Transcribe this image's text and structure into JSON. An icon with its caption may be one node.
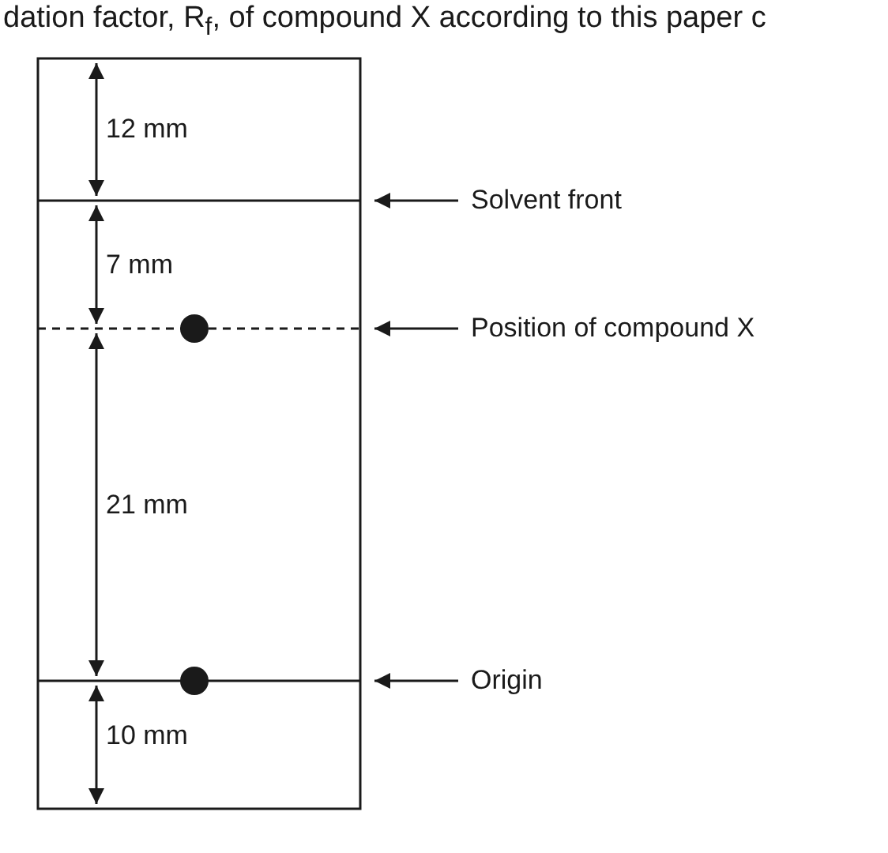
{
  "diagram": {
    "nodes": [
      {
        "text": [
          "Solvent front"
        ]
      },
      {
        "text": [
          "Position of compound X"
        ]
      },
      {
        "text": [
          "Origin"
        ]
      }
    ],
    "edges": [
      {
        "from": 0,
        "to": null,
        "arrow": "to"
      },
      {
        "from": 1,
        "to": null,
        "arrow": "to"
      },
      {
        "from": 2,
        "to": null,
        "arrow": "to"
      }
    ],
    "labels": [
      "dation factor, R$_{f}$, of compound X according to this paper c",
      "12 mm",
      "7 mm",
      "21 mm",
      "10 mm"
    ]
  }
}
